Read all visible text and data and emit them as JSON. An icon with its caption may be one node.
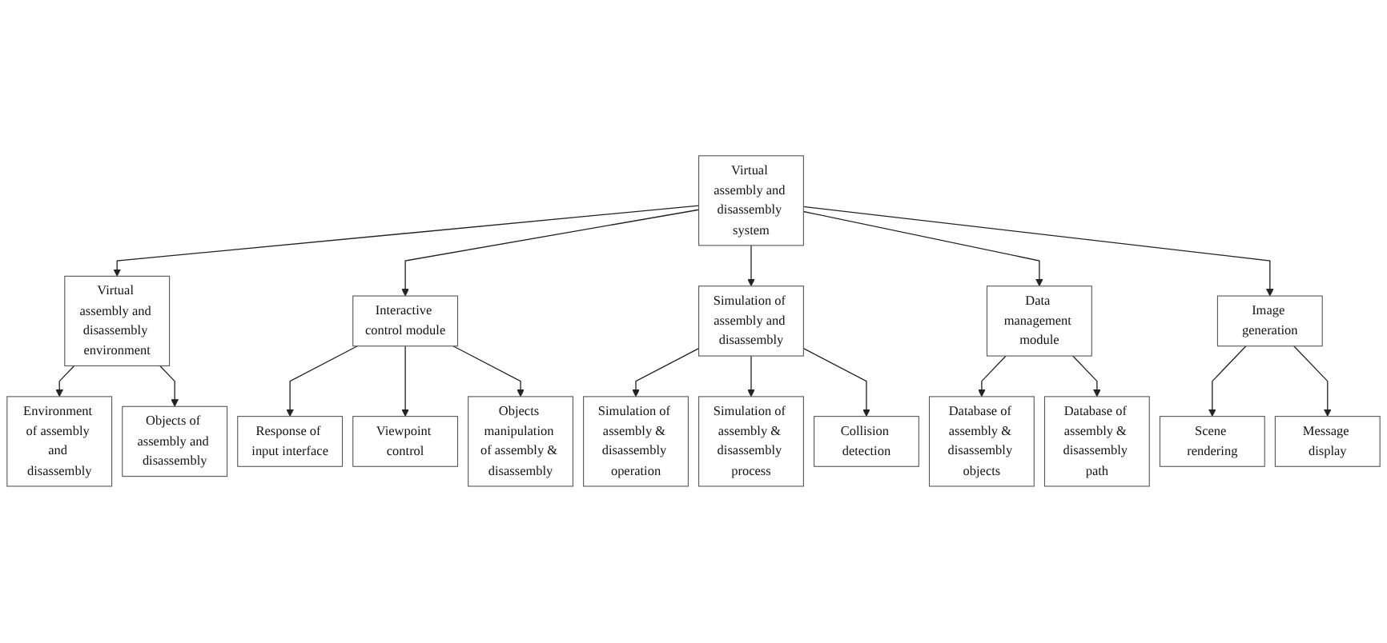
{
  "diagram": {
    "nodes": [
      {
        "text": [
          "Virtual assembly and disassembly system"
        ]
      },
      {
        "text": [
          "Virtual assembly and disassembly environment"
        ]
      },
      {
        "text": [
          "Interactive control module"
        ]
      },
      {
        "text": [
          "Simulation of assembly and disassembly"
        ]
      },
      {
        "text": [
          "Data management module"
        ]
      },
      {
        "text": [
          "Image generation"
        ]
      },
      {
        "text": [
          "Environment of assembly and disassembly"
        ]
      },
      {
        "text": [
          "Objects of assembly and disassembly"
        ]
      },
      {
        "text": [
          "Response of input interface"
        ]
      },
      {
        "text": [
          "Viewpoint control"
        ]
      },
      {
        "text": [
          "Objects manipulation of assembly & disassembly"
        ]
      },
      {
        "text": [
          "Simulation of assembly & disassembly operation"
        ]
      },
      {
        "text": [
          "Simulation of assembly & disassembly process"
        ]
      },
      {
        "text": [
          "Collision detection"
        ]
      },
      {
        "text": [
          "Database of assembly & disassembly objects"
        ]
      },
      {
        "text": [
          "Database of assembly & disassembly path"
        ]
      },
      {
        "text": [
          "Scene rendering"
        ]
      },
      {
        "text": [
          "Message display"
        ]
      }
    ],
    "edges": [
      {
        "from": 0,
        "to": 1,
        "arrow": "to"
      },
      {
        "from": 0,
        "to": 2,
        "arrow": "to"
      },
      {
        "from": 0,
        "to": 3,
        "arrow": "to"
      },
      {
        "from": 0,
        "to": 4,
        "arrow": "to"
      },
      {
        "from": 0,
        "to": 5,
        "arrow": "to"
      },
      {
        "from": 1,
        "to": 6,
        "arrow": "to"
      },
      {
        "from": 1,
        "to": 7,
        "arrow": "to"
      },
      {
        "from": 2,
        "to": 8,
        "arrow": "to"
      },
      {
        "from": 2,
        "to": 9,
        "arrow": "to"
      },
      {
        "from": 2,
        "to": 10,
        "arrow": "to"
      },
      {
        "from": 3,
        "to": 11,
        "arrow": "to"
      },
      {
        "from": 3,
        "to": 12,
        "arrow": "to"
      },
      {
        "from": 3,
        "to": 13,
        "arrow": "to"
      },
      {
        "from": 4,
        "to": 14,
        "arrow": "to"
      },
      {
        "from": 4,
        "to": 15,
        "arrow": "to"
      },
      {
        "from": 5,
        "to": 16,
        "arrow": "to"
      },
      {
        "from": 5,
        "to": 17,
        "arrow": "to"
      }
    ]
  }
}
